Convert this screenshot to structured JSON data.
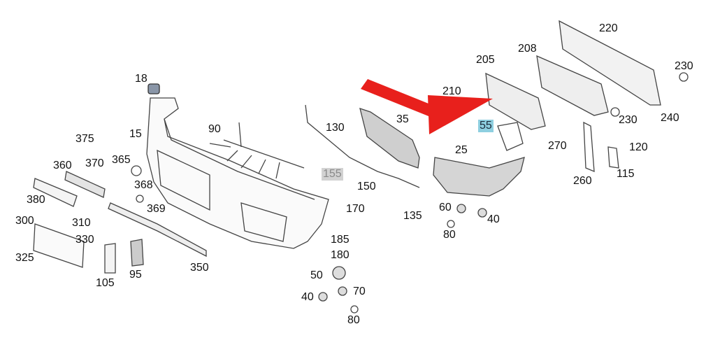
{
  "title": "Front bumper parts diagram",
  "accent_colors": {
    "arrow": "#e8201c",
    "highlight_gray": "#d2d2d2",
    "highlight_blue": "#8ecfe0"
  },
  "labels": {
    "p18": "18",
    "p15": "15",
    "p90": "90",
    "p375": "375",
    "p370": "370",
    "p365": "365",
    "p360": "360",
    "p368": "368",
    "p380": "380",
    "p369": "369",
    "p300": "300",
    "p310": "310",
    "p330": "330",
    "p325": "325",
    "p105": "105",
    "p95": "95",
    "p350": "350",
    "p130": "130",
    "p35": "35",
    "p155": "155",
    "p150": "150",
    "p170": "170",
    "p135": "135",
    "p185": "185",
    "p180": "180",
    "p50": "50",
    "p40a": "40",
    "p70": "70",
    "p80a": "80",
    "p205": "205",
    "p210": "210",
    "p208": "208",
    "p220": "220",
    "p230a": "230",
    "p230b": "230",
    "p240": "240",
    "p55": "55",
    "p25": "25",
    "p270": "270",
    "p120": "120",
    "p115": "115",
    "p260": "260",
    "p60": "60",
    "p40b": "40",
    "p80b": "80"
  }
}
